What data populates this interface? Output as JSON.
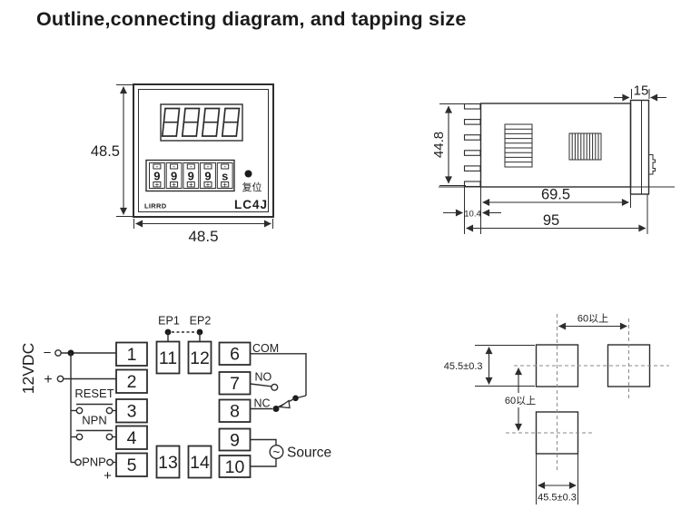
{
  "title": "Outline,connecting diagram, and tapping size",
  "front_view": {
    "height_label": "48.5",
    "width_label": "48.5",
    "brand": "LIRRD",
    "model": "LC4J",
    "reset_label": "复位",
    "thumbwheel_digits": [
      "9",
      "9",
      "9",
      "9",
      "s"
    ],
    "wheel_minus": "-",
    "wheel_plus": "+"
  },
  "side_view": {
    "height_label": "44.8",
    "body_length_label": "69.5",
    "pin_length_label": "10.4",
    "total_length_label": "95",
    "bezel_depth_label": "15"
  },
  "connection_diagram": {
    "power_label": "12VDC",
    "minus": "−",
    "plus": "+",
    "reset_label": "RESET",
    "npn_label": "NPN",
    "pnp_label": "PNP",
    "pnp_plus": "+",
    "ep1_label": "EP1",
    "ep2_label": "EP2",
    "com_label": "COM",
    "no_label": "NO",
    "nc_label": "NC",
    "source_symbol": "~",
    "source_label": "Source",
    "terminals": [
      "1",
      "2",
      "3",
      "4",
      "5",
      "6",
      "7",
      "8",
      "9",
      "10",
      "11",
      "12",
      "13",
      "14"
    ]
  },
  "tapping_size": {
    "hole_height_label": "45.5±0.3",
    "hole_width_label": "45.5±0.3",
    "h_spacing_label": "60以上",
    "v_spacing_label": "60以上"
  },
  "colors": {
    "line": "#2d2d2d",
    "centerline": "#8a8a8a",
    "text": "#1e1e1e"
  }
}
